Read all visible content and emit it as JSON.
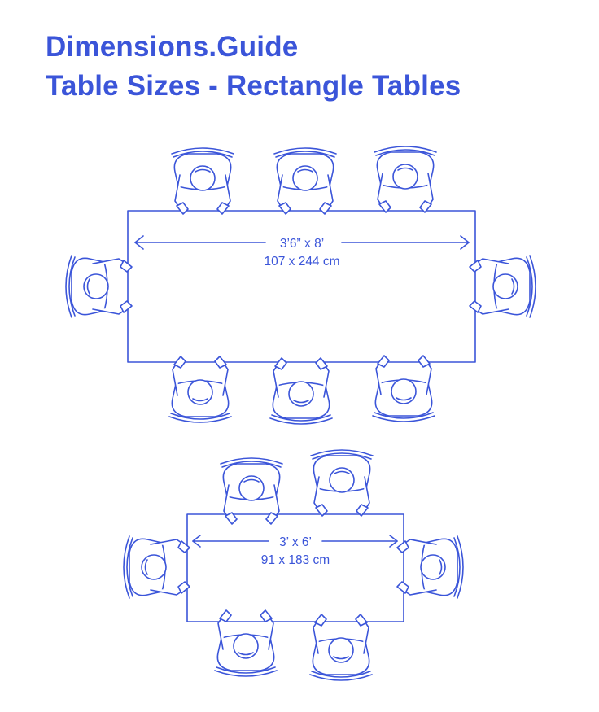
{
  "header": {
    "brand": "Dimensions.Guide",
    "title": "Table Sizes - Rectangle Tables"
  },
  "tables": [
    {
      "size_imperial": "3’6” x 8’",
      "size_metric": "107 x 244 cm",
      "seats": 8
    },
    {
      "size_imperial": "3’ x 6’",
      "size_metric": "91 x 183 cm",
      "seats": 6
    }
  ],
  "colors": {
    "ink": "#3b55d9",
    "background": "#ffffff"
  }
}
